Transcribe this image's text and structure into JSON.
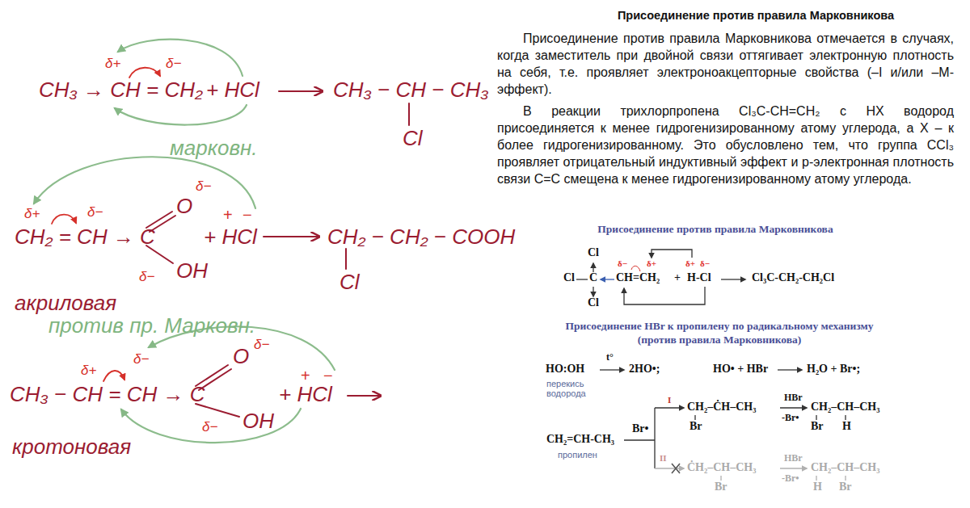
{
  "diagram": {
    "title": "Присоединение против правила Марковникова",
    "labels": [
      "δ+",
      "δ−",
      "CH₃ → CH = CH₂",
      "+ HCl",
      "CH₃ − CH − CH₃",
      "Cl",
      "марковн.",
      "δ+",
      "δ−",
      "δ−",
      "+",
      "−",
      "CH₂ = CH → C",
      "O",
      "δ−",
      "OH",
      "+ HCl",
      "CH₂ − CH₂ − COOH",
      "Cl",
      "акриловая",
      "против пр. Марковн.",
      "δ+",
      "δ−",
      "δ−",
      "δ−",
      "+",
      "−",
      "CH₃ − CH = CH → C",
      "O",
      "OH",
      "+ HCl",
      "кротоновая",
      "Присоединение против правила Марковникова отмечается в случаях, когда заместитель при двойной связи оттягивает электронную плотность на себя, т.е. проявляет электроноакцепторные свойства (–I и/или –M-эффект).",
      "В реакции трихлорпропена Cl₃C-CH=CH₂ с HX водород присоединяется к менее гидрогенизированному атому углерода, а X – к более гидрогенизированному. Это обусловлено тем, что группа CCl₃ проявляет отрицательный индуктивный эффект и р-электронная плотность связи С=С смещена к менее гидрогенизированному атому углерода.",
      "Присоединение против правила Марковникова",
      "δ−",
      "δ+",
      "δ+",
      "δ−",
      "Cl",
      "Cl",
      "C",
      "CH=CH₂",
      "Cl",
      "+",
      "H-Cl",
      "Cl₃C-CH₂-CH₂Cl",
      "Присоединение HBr к пропилену по радикальному механизму (против правила Марковникова)",
      "HO:OH",
      "t°",
      "2HO•;",
      "перекись водорода",
      "HO• + HBr",
      "H₂O + Br•;",
      "CH₂=CH-CH₃",
      "пропилен",
      "Br•",
      "I",
      "II",
      "CH₂–ĊH–CH₃",
      "Br",
      "HBr",
      "-Br•",
      "CH₂–CH–CH₃",
      "Br",
      "H",
      "ĊH₂–CH–CH₃",
      "Br",
      "HBr",
      "-Br•",
      "CH₂–CH–CH₃",
      "H",
      "Br"
    ]
  }
}
